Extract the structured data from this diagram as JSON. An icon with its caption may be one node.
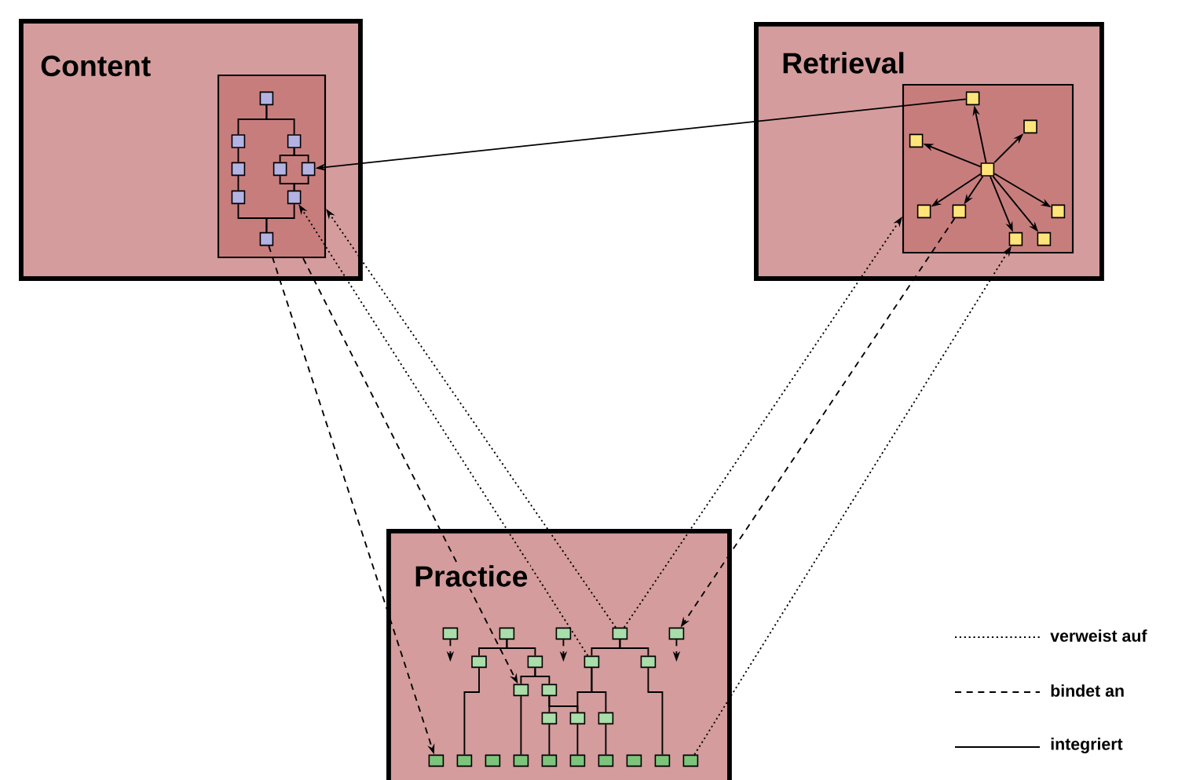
{
  "diagram": {
    "nodes": [
      {
        "text": [
          "Content"
        ]
      },
      {
        "text": [],
        "shape": "box",
        "in": 0
      },
      {
        "text": [],
        "shape": "box",
        "in": 1
      },
      {
        "text": [],
        "shape": "box",
        "in": 1
      },
      {
        "text": [],
        "shape": "box",
        "in": 1
      },
      {
        "text": [],
        "shape": "box",
        "in": 1
      },
      {
        "text": [],
        "shape": "box",
        "in": 1
      },
      {
        "text": [],
        "shape": "box",
        "in": 1
      },
      {
        "text": [],
        "shape": "box",
        "in": 1
      },
      {
        "text": [],
        "shape": "box",
        "in": 1
      },
      {
        "text": [],
        "shape": "box",
        "in": 1
      },
      {
        "text": [
          "Retrieval"
        ]
      },
      {
        "text": [],
        "shape": "box",
        "in": 11
      },
      {
        "text": [],
        "shape": "box",
        "in": 12
      },
      {
        "text": [],
        "shape": "box",
        "in": 12
      },
      {
        "text": [],
        "shape": "box",
        "in": 12
      },
      {
        "text": [],
        "shape": "box",
        "in": 12
      },
      {
        "text": [],
        "shape": "box",
        "in": 12
      },
      {
        "text": [],
        "shape": "box",
        "in": 12
      },
      {
        "text": [],
        "shape": "box",
        "in": 12
      },
      {
        "text": [],
        "shape": "box",
        "in": 12
      },
      {
        "text": [],
        "shape": "box",
        "in": 12
      },
      {
        "text": [
          "Practice"
        ]
      },
      {
        "text": [],
        "shape": "box",
        "in": 22
      },
      {
        "text": [],
        "shape": "box",
        "in": 22
      },
      {
        "text": [],
        "shape": "box",
        "in": 22
      },
      {
        "text": [],
        "shape": "box",
        "in": 22
      },
      {
        "text": [],
        "shape": "box",
        "in": 22
      },
      {
        "text": [],
        "shape": "box",
        "in": 22
      },
      {
        "text": [],
        "shape": "box",
        "in": 22
      },
      {
        "text": [],
        "shape": "box",
        "in": 22
      },
      {
        "text": [],
        "shape": "box",
        "in": 22
      },
      {
        "text": [],
        "shape": "box",
        "in": 22
      },
      {
        "text": [],
        "shape": "box",
        "in": 22
      },
      {
        "text": [],
        "shape": "box",
        "in": 22
      },
      {
        "text": [],
        "shape": "box",
        "in": 22
      },
      {
        "text": [],
        "shape": "box",
        "in": 22
      },
      {
        "text": [],
        "shape": "box",
        "in": 22
      },
      {
        "text": [],
        "shape": "box",
        "in": 22
      },
      {
        "text": [],
        "shape": "box",
        "in": 22
      },
      {
        "text": [],
        "shape": "box",
        "in": 22
      },
      {
        "text": [],
        "shape": "box",
        "in": 22
      },
      {
        "text": [],
        "shape": "box",
        "in": 22
      },
      {
        "text": [],
        "shape": "box",
        "in": 22
      },
      {
        "text": [],
        "shape": "box",
        "in": 22
      },
      {
        "text": [],
        "shape": "box",
        "in": 22
      },
      {
        "text": [],
        "shape": "box",
        "in": 22
      }
    ],
    "edges": [
      {
        "from": 2,
        "to": 3,
        "arrow": "none"
      },
      {
        "from": 2,
        "to": 4,
        "arrow": "none"
      },
      {
        "from": 3,
        "to": 5,
        "arrow": "none"
      },
      {
        "from": 5,
        "to": 8,
        "arrow": "none"
      },
      {
        "from": 4,
        "to": 6,
        "arrow": "none"
      },
      {
        "from": 4,
        "to": 7,
        "arrow": "none"
      },
      {
        "from": 6,
        "to": 9,
        "arrow": "none"
      },
      {
        "from": 7,
        "to": 9,
        "arrow": "none"
      },
      {
        "from": 8,
        "to": 10,
        "arrow": "none"
      },
      {
        "from": 9,
        "to": 10,
        "arrow": "none"
      },
      {
        "from": 16,
        "to": 13,
        "arrow": "to"
      },
      {
        "from": 16,
        "to": 14,
        "arrow": "to"
      },
      {
        "from": 16,
        "to": 15,
        "arrow": "to"
      },
      {
        "from": 16,
        "to": 17,
        "arrow": "to"
      },
      {
        "from": 16,
        "to": 18,
        "arrow": "to"
      },
      {
        "from": 16,
        "to": 19,
        "arrow": "to"
      },
      {
        "from": 16,
        "to": 20,
        "arrow": "to"
      },
      {
        "from": 16,
        "to": 21,
        "arrow": "to"
      },
      {
        "from": 24,
        "to": 28,
        "arrow": "none"
      },
      {
        "from": 24,
        "to": 29,
        "arrow": "none"
      },
      {
        "from": 26,
        "to": 30,
        "arrow": "none"
      },
      {
        "from": 26,
        "to": 31,
        "arrow": "none"
      },
      {
        "from": 23,
        "to": null,
        "arrow": "to",
        "style": "dashed"
      },
      {
        "from": 25,
        "to": null,
        "arrow": "to",
        "style": "dashed"
      },
      {
        "from": 27,
        "to": null,
        "arrow": "to",
        "style": "dashed"
      },
      {
        "from": 28,
        "to": 38,
        "arrow": "none"
      },
      {
        "from": 29,
        "to": 32,
        "arrow": "none"
      },
      {
        "from": 29,
        "to": 33,
        "arrow": "none"
      },
      {
        "from": 32,
        "to": 40,
        "arrow": "none"
      },
      {
        "from": 33,
        "to": 34,
        "arrow": "none"
      },
      {
        "from": 33,
        "to": 35,
        "arrow": "none"
      },
      {
        "from": 30,
        "to": 35,
        "arrow": "none"
      },
      {
        "from": 30,
        "to": 36,
        "arrow": "none"
      },
      {
        "from": 34,
        "to": 41,
        "arrow": "none"
      },
      {
        "from": 35,
        "to": 42,
        "arrow": "none"
      },
      {
        "from": 36,
        "to": 43,
        "arrow": "none"
      },
      {
        "from": 31,
        "to": 45,
        "arrow": "none"
      },
      {
        "from": 13,
        "to": 7,
        "arrow": "to"
      },
      {
        "from": 10,
        "to": 37,
        "arrow": "to",
        "style": "dashed"
      },
      {
        "from": 1,
        "to": 32,
        "arrow": "to",
        "style": "dashed"
      },
      {
        "from": 30,
        "to": 9,
        "arrow": "to",
        "style": "dashed"
      },
      {
        "from": 26,
        "to": 1,
        "arrow": "to",
        "style": "dashed"
      },
      {
        "from": 26,
        "to": 12,
        "arrow": "to",
        "style": "dashed"
      },
      {
        "from": 18,
        "to": 27,
        "arrow": "to",
        "style": "dashed"
      },
      {
        "from": 46,
        "to": 20,
        "arrow": "to",
        "style": "dashed"
      }
    ],
    "legend": [
      {
        "text": "verweist auf"
      },
      {
        "text": "bindet an"
      },
      {
        "text": "integriert"
      }
    ]
  }
}
